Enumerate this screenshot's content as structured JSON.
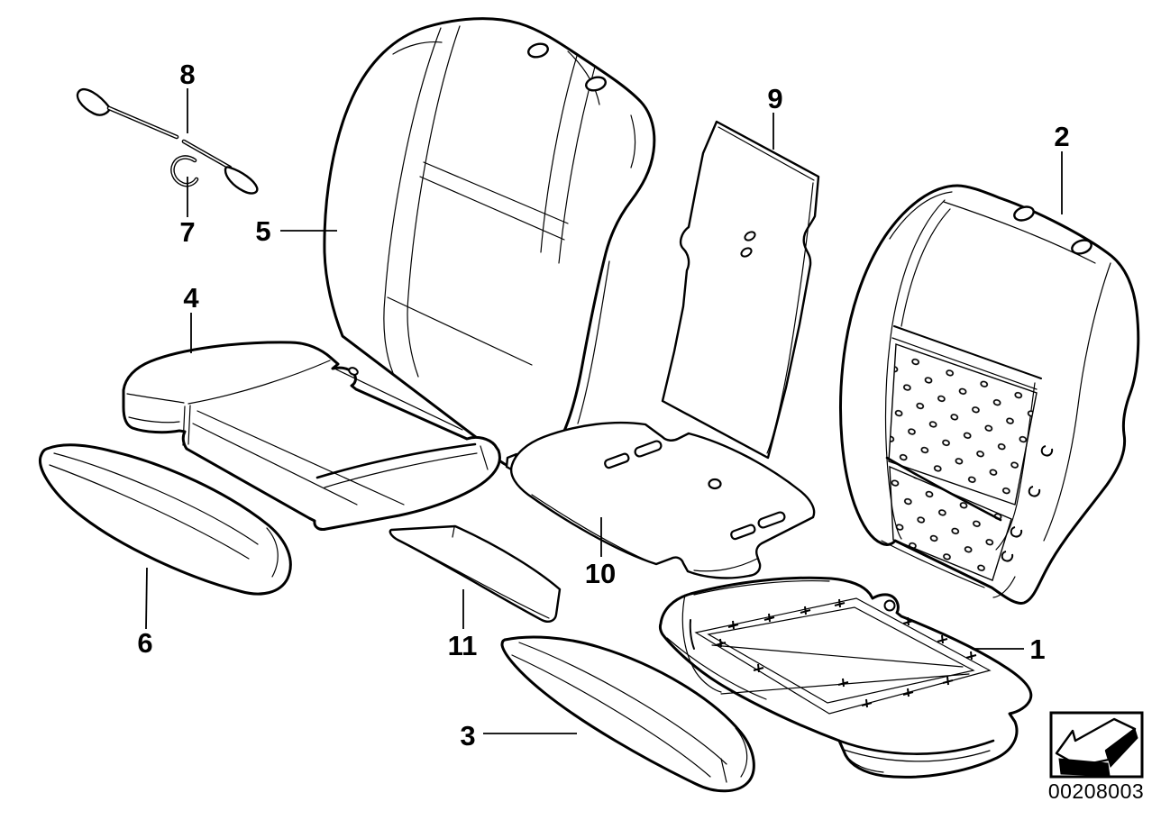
{
  "diagram": {
    "kind": "exploded-parts-line-drawing",
    "background_color": "#ffffff",
    "line_color": "#000000"
  },
  "callouts": [
    {
      "number": "1"
    },
    {
      "number": "2"
    },
    {
      "number": "3"
    },
    {
      "number": "4"
    },
    {
      "number": "5"
    },
    {
      "number": "6"
    },
    {
      "number": "7"
    },
    {
      "number": "8"
    },
    {
      "number": "9"
    },
    {
      "number": "10"
    },
    {
      "number": "11"
    }
  ],
  "stamp": {
    "code": "00208003",
    "icon": "direction-arrow-icon"
  }
}
